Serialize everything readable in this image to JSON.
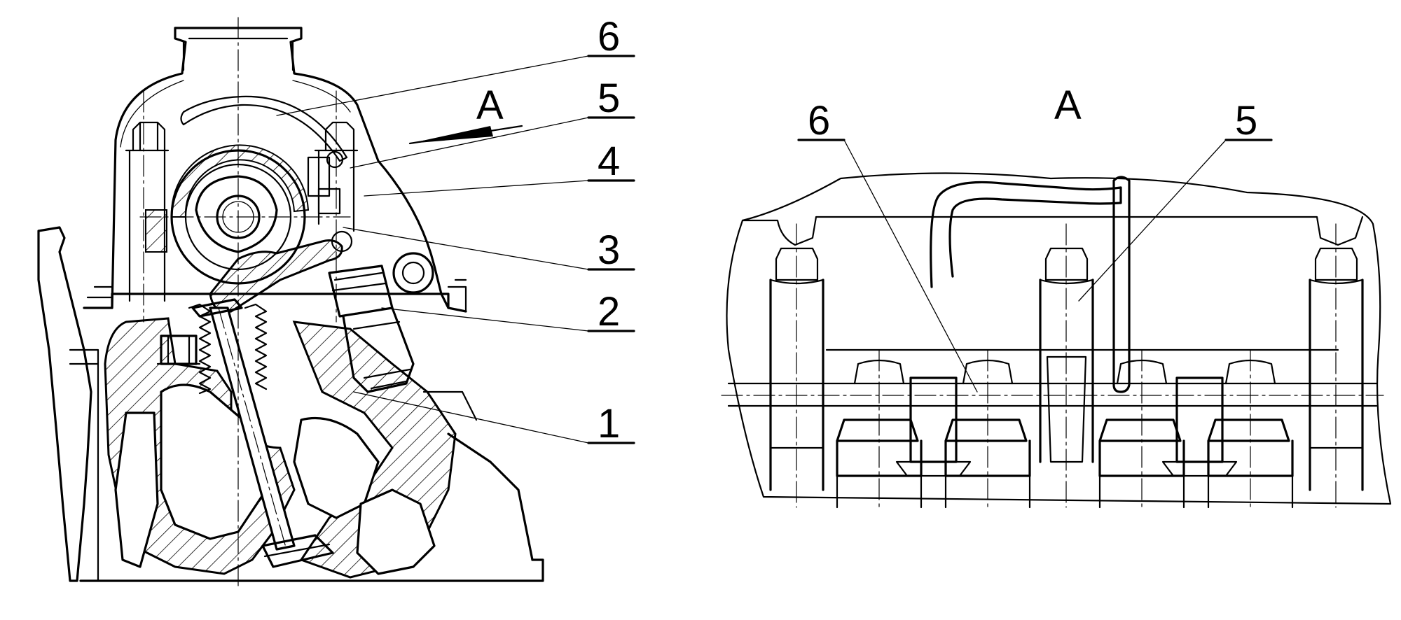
{
  "left_view": {
    "callouts": [
      {
        "label": "6"
      },
      {
        "label": "5"
      },
      {
        "label": "4"
      },
      {
        "label": "3"
      },
      {
        "label": "2"
      },
      {
        "label": "1"
      }
    ],
    "view_arrow_label": "A"
  },
  "right_view": {
    "title": "A",
    "callouts": [
      {
        "label": "6"
      },
      {
        "label": "5"
      }
    ]
  }
}
